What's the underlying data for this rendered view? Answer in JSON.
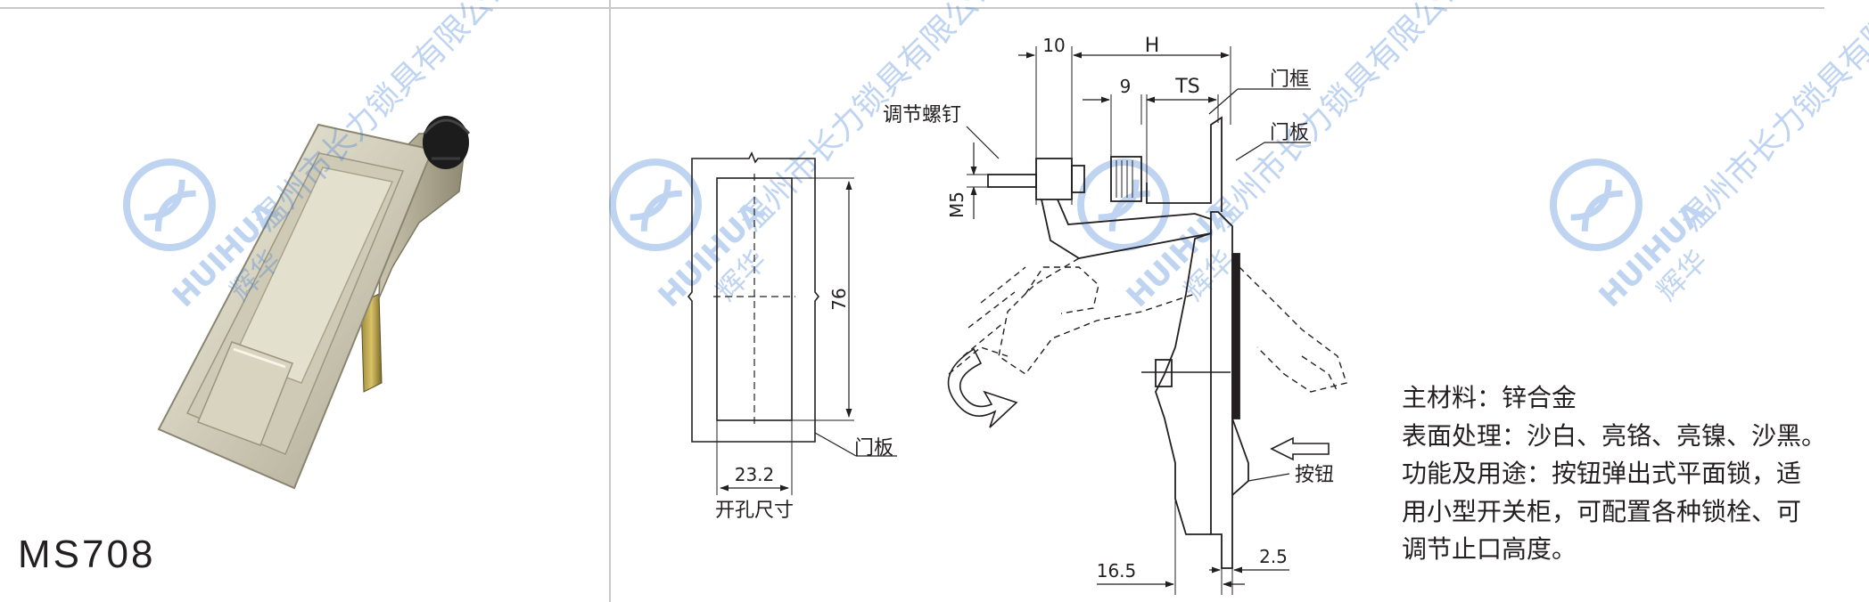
{
  "product": {
    "model_code": "MS708"
  },
  "watermark": {
    "brand_en": "HUIHUA",
    "brand_cn": "辉华",
    "company": "温州市长力锁具有限公司"
  },
  "cutout_diagram": {
    "height_dim": "76",
    "width_dim": "23.2",
    "panel_label": "门板",
    "caption": "开孔尺寸"
  },
  "side_diagram": {
    "dim_10": "10",
    "dim_h": "H",
    "dim_9": "9",
    "dim_ts": "TS",
    "dim_m5": "M5",
    "dim_16_5": "16.5",
    "dim_2_5": "2.5",
    "label_screw": "调节螺钉",
    "label_frame": "门框",
    "label_panel": "门板",
    "label_button": "按钮"
  },
  "specs": {
    "line1": "主材料：锌合金",
    "line2": "表面处理：沙白、亮铬、亮镍、沙黑。",
    "line3": "功能及用途：按钮弹出式平面锁，适",
    "line4": "用小型开关柜，可配置各种锁栓、可",
    "line5": "调节止口高度。"
  }
}
